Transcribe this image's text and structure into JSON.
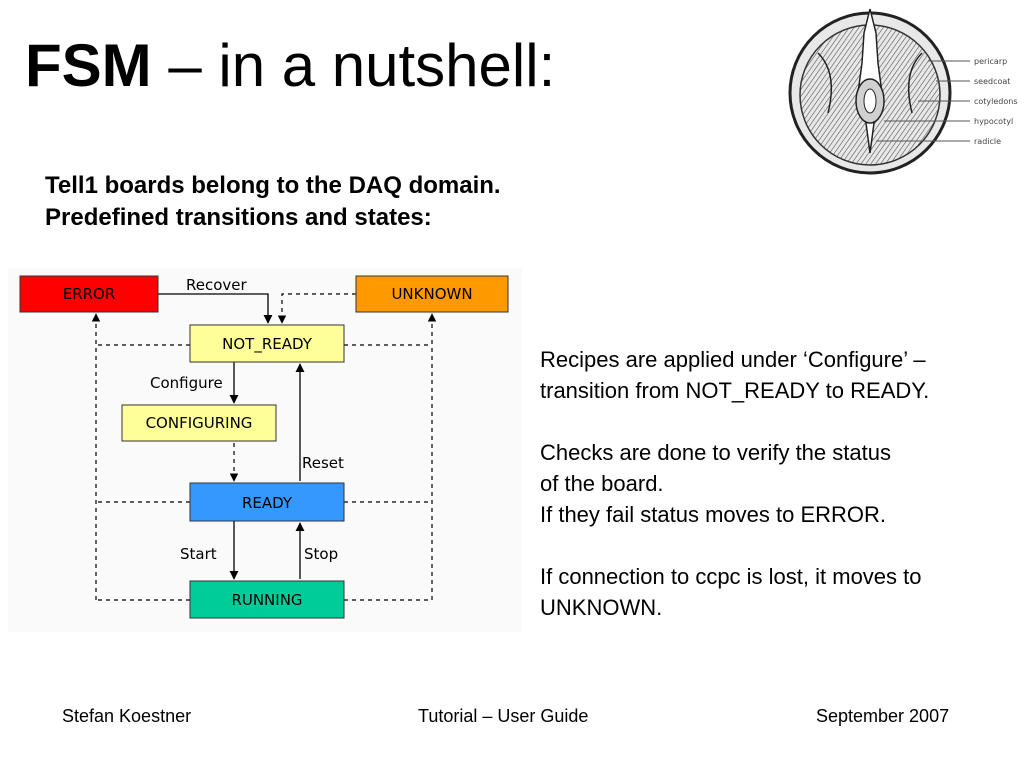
{
  "title": {
    "bold": "FSM",
    "rest": " – in a nutshell:"
  },
  "seed_image": {
    "icon": "seed-cross-section-illustration",
    "labels": [
      "pericarp",
      "seedcoat",
      "cotyledons",
      "hypocotyl",
      "radicle"
    ]
  },
  "subtitle": {
    "line1": "Tell1 boards belong to the DAQ domain.",
    "line2": "Predefined transitions and states:"
  },
  "diagram": {
    "states": {
      "error": "ERROR",
      "unknown": "UNKNOWN",
      "not_ready": "NOT_READY",
      "configuring": "CONFIGURING",
      "ready": "READY",
      "running": "RUNNING"
    },
    "transitions": {
      "recover": "Recover",
      "configure": "Configure",
      "reset": "Reset",
      "start": "Start",
      "stop": "Stop"
    },
    "colors": {
      "error": "#ff0000",
      "unknown": "#ff9900",
      "not_ready": "#ffff99",
      "configuring": "#ffff99",
      "ready": "#3399ff",
      "running": "#00cc99",
      "background": "#fafafa"
    }
  },
  "notes": {
    "p1": [
      "Recipes are applied under ‘Configure’ –",
      "transition from NOT_READY to READY."
    ],
    "p2": [
      "Checks are done to verify the status",
      "of the board.",
      "If they fail status moves to ERROR."
    ],
    "p3": [
      "If connection to ccpc is lost, it moves to",
      "UNKNOWN."
    ]
  },
  "footer": {
    "author": "Stefan Koestner",
    "center": "Tutorial – User Guide",
    "date": "September 2007"
  }
}
